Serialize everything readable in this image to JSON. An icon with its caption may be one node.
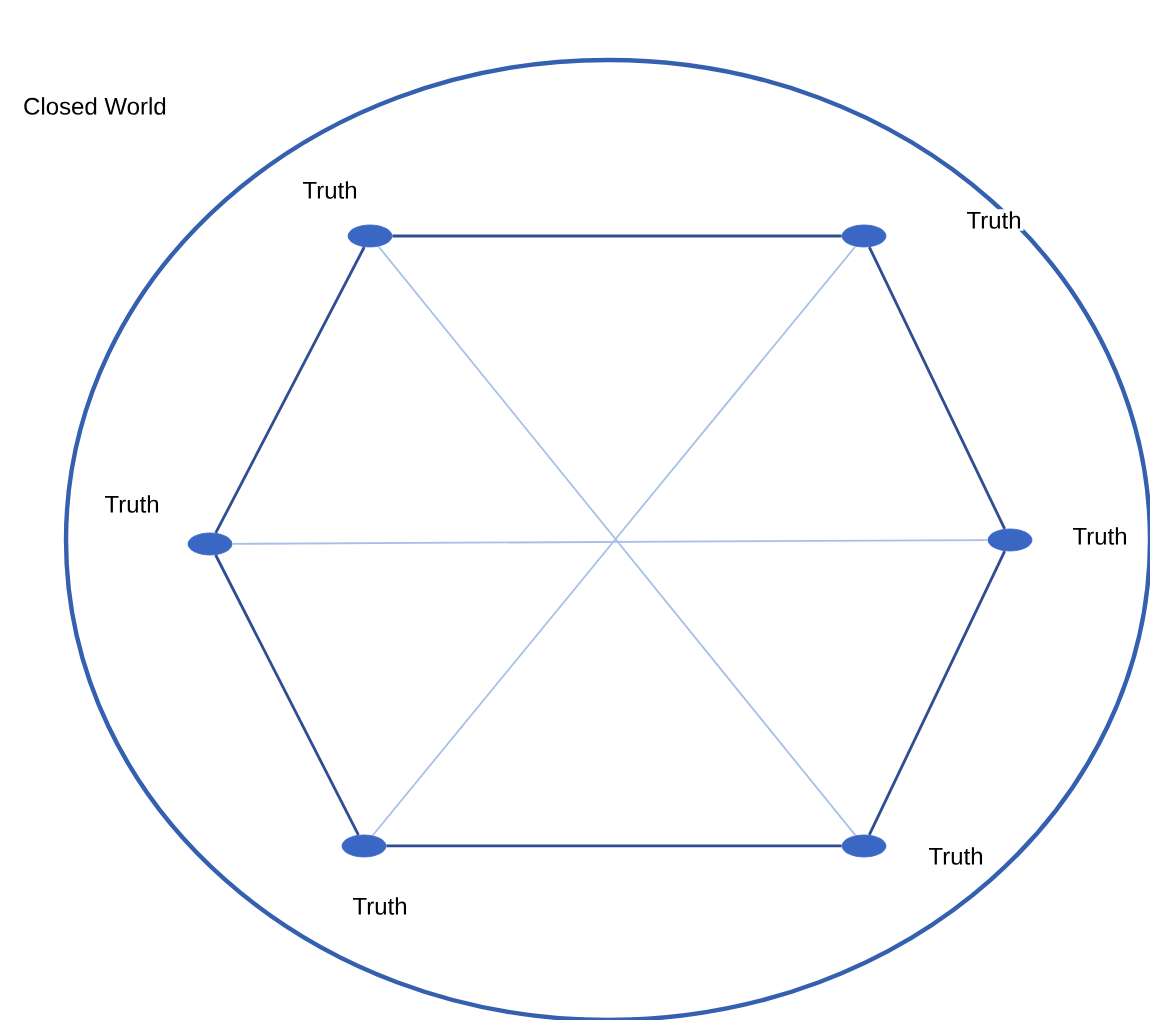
{
  "diagram": {
    "nodes": [
      {
        "text": [
          "Closed World"
        ]
      },
      {
        "text": [],
        "shape": "circle",
        "beside": [
          "Truth"
        ],
        "in": 0
      },
      {
        "text": [],
        "shape": "circle",
        "beside": [
          "Truth"
        ],
        "in": 0
      },
      {
        "text": [],
        "shape": "circle",
        "beside": [
          "Truth"
        ],
        "in": 0
      },
      {
        "text": [],
        "shape": "circle",
        "beside": [
          "Truth"
        ],
        "in": 0
      },
      {
        "text": [],
        "shape": "circle",
        "beside": [
          "Truth"
        ],
        "in": 0
      },
      {
        "text": [],
        "shape": "circle",
        "beside": [
          "Truth"
        ],
        "in": 0
      }
    ],
    "edges": [
      {
        "from": 1,
        "to": 2,
        "arrow": "none"
      },
      {
        "from": 2,
        "to": 4,
        "arrow": "none"
      },
      {
        "from": 4,
        "to": 6,
        "arrow": "none"
      },
      {
        "from": 6,
        "to": 5,
        "arrow": "none"
      },
      {
        "from": 5,
        "to": 3,
        "arrow": "none"
      },
      {
        "from": 3,
        "to": 1,
        "arrow": "none"
      },
      {
        "from": 1,
        "to": 6,
        "arrow": "none",
        "color": "#a8c0e8"
      },
      {
        "from": 2,
        "to": 5,
        "arrow": "none",
        "color": "#a8c0e8"
      },
      {
        "from": 3,
        "to": 4,
        "arrow": "none",
        "color": "#a8c0e8"
      }
    ]
  }
}
